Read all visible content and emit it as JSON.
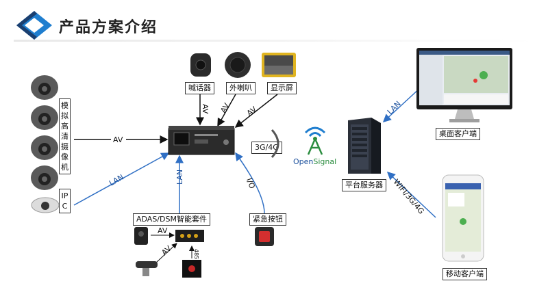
{
  "header": {
    "title": "产品方案介绍"
  },
  "devices": {
    "analog_cameras": "模拟高清摄像机",
    "ipc": "IPC",
    "intercom": "喊话器",
    "speaker": "外喇叭",
    "display": "显示屏",
    "adas_kit": "ADAS/DSM智能套件",
    "panic_button": "紧急按钮",
    "server": "平台服务器",
    "desktop_client": "桌面客户端",
    "mobile_client": "移动客户端",
    "network_badge": "3G/4G",
    "signal_logo": "OpenSignal",
    "signal_logo_a": "Open",
    "signal_logo_b": "Signal"
  },
  "links": {
    "av": "AV",
    "lan": "LAN",
    "io": "I/O",
    "rs485": "485",
    "wifi": "WIFI/3G/4G"
  },
  "colors": {
    "black_line": "#111111",
    "blue_line": "#2f6fc4",
    "logo_blue": "#1f7ecf",
    "logo_dark": "#1a3f70",
    "signal_green": "#2a8c3e"
  },
  "icons": [
    "dome-camera-icon",
    "mdvr-icon",
    "server-tower-icon",
    "monitor-icon",
    "smartphone-icon",
    "antenna-icon",
    "microphone-icon",
    "speaker-icon",
    "display-screen-icon",
    "panic-button-icon"
  ]
}
